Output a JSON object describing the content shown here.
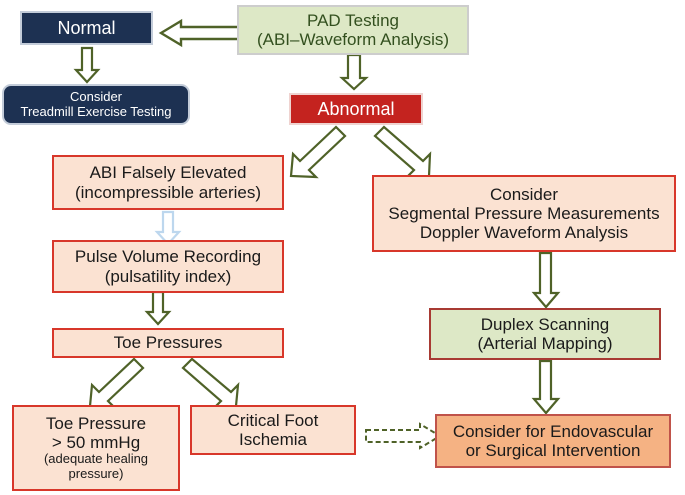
{
  "diagram": {
    "title": "PAD Testing Algorithm Flowchart",
    "colors": {
      "navy_fill": "#1d3152",
      "green_fill": "#dde8c6",
      "red_fill": "#c4231f",
      "peach_fill": "#fbe2d2",
      "orange_fill": "#f5b283",
      "red_border": "#d8372a",
      "dark_green_outline": "#4f6228",
      "light_blue_outline": "#bdd7ee"
    },
    "nodes": [
      {
        "id": "pad-testing",
        "lines": [
          "PAD Testing",
          "(ABI–Waveform Analysis)"
        ],
        "style": "green"
      },
      {
        "id": "normal",
        "lines": [
          "Normal"
        ],
        "style": "navy"
      },
      {
        "id": "consider-treadmill",
        "lines": [
          "Consider",
          "Treadmill Exercise Testing"
        ],
        "style": "navy-round"
      },
      {
        "id": "abnormal",
        "lines": [
          "Abnormal"
        ],
        "style": "red"
      },
      {
        "id": "abi-falsely-elevated",
        "lines": [
          "ABI Falsely Elevated",
          "(incompressible arteries)"
        ],
        "style": "peach"
      },
      {
        "id": "pulse-volume-recording",
        "lines": [
          "Pulse Volume Recording",
          "(pulsatility index)"
        ],
        "style": "peach"
      },
      {
        "id": "toe-pressures",
        "lines": [
          "Toe Pressures"
        ],
        "style": "peach"
      },
      {
        "id": "toe-pressure-50",
        "lines": [
          "Toe Pressure",
          "> 50 mmHg",
          "(adequate healing",
          "pressure)"
        ],
        "style": "peach"
      },
      {
        "id": "critical-foot-ischemia",
        "lines": [
          "Critical Foot",
          "Ischemia"
        ],
        "style": "peach"
      },
      {
        "id": "consider-segmental",
        "lines": [
          "Consider",
          "Segmental Pressure Measurements",
          "Doppler Waveform Analysis"
        ],
        "style": "peach"
      },
      {
        "id": "duplex-scanning",
        "lines": [
          "Duplex Scanning",
          "(Arterial Mapping)"
        ],
        "style": "green-red"
      },
      {
        "id": "consider-endovascular",
        "lines": [
          "Consider for Endovascular",
          "or Surgical Intervention"
        ],
        "style": "orange"
      }
    ],
    "edges": [
      {
        "id": "pad-to-normal",
        "from": "pad-testing",
        "to": "normal",
        "direction": "left",
        "line": "solid",
        "color": "#4f6228"
      },
      {
        "id": "pad-to-abnormal",
        "from": "pad-testing",
        "to": "abnormal",
        "direction": "down",
        "line": "solid",
        "color": "#4f6228"
      },
      {
        "id": "normal-to-treadmill",
        "from": "normal",
        "to": "consider-treadmill",
        "direction": "down",
        "line": "solid",
        "color": "#4f6228"
      },
      {
        "id": "abnormal-to-abi",
        "from": "abnormal",
        "to": "abi-falsely-elevated",
        "direction": "down-left",
        "line": "solid",
        "color": "#4f6228"
      },
      {
        "id": "abnormal-to-segmental",
        "from": "abnormal",
        "to": "consider-segmental",
        "direction": "down-right",
        "line": "solid",
        "color": "#4f6228"
      },
      {
        "id": "abi-to-pvr",
        "from": "abi-falsely-elevated",
        "to": "pulse-volume-recording",
        "direction": "down",
        "line": "solid",
        "color": "#bdd7ee"
      },
      {
        "id": "pvr-to-toe-pressures",
        "from": "pulse-volume-recording",
        "to": "toe-pressures",
        "direction": "down",
        "line": "solid",
        "color": "#4f6228"
      },
      {
        "id": "toe-to-toe50",
        "from": "toe-pressures",
        "to": "toe-pressure-50",
        "direction": "down-left",
        "line": "solid",
        "color": "#4f6228"
      },
      {
        "id": "toe-to-critical",
        "from": "toe-pressures",
        "to": "critical-foot-ischemia",
        "direction": "down-right",
        "line": "solid",
        "color": "#4f6228"
      },
      {
        "id": "segmental-to-duplex",
        "from": "consider-segmental",
        "to": "duplex-scanning",
        "direction": "down",
        "line": "solid",
        "color": "#4f6228"
      },
      {
        "id": "duplex-to-endovascular",
        "from": "duplex-scanning",
        "to": "consider-endovascular",
        "direction": "down",
        "line": "solid",
        "color": "#4f6228"
      },
      {
        "id": "critical-to-endovascular",
        "from": "critical-foot-ischemia",
        "to": "consider-endovascular",
        "direction": "right",
        "line": "dashed",
        "color": "#4f6228"
      }
    ]
  }
}
